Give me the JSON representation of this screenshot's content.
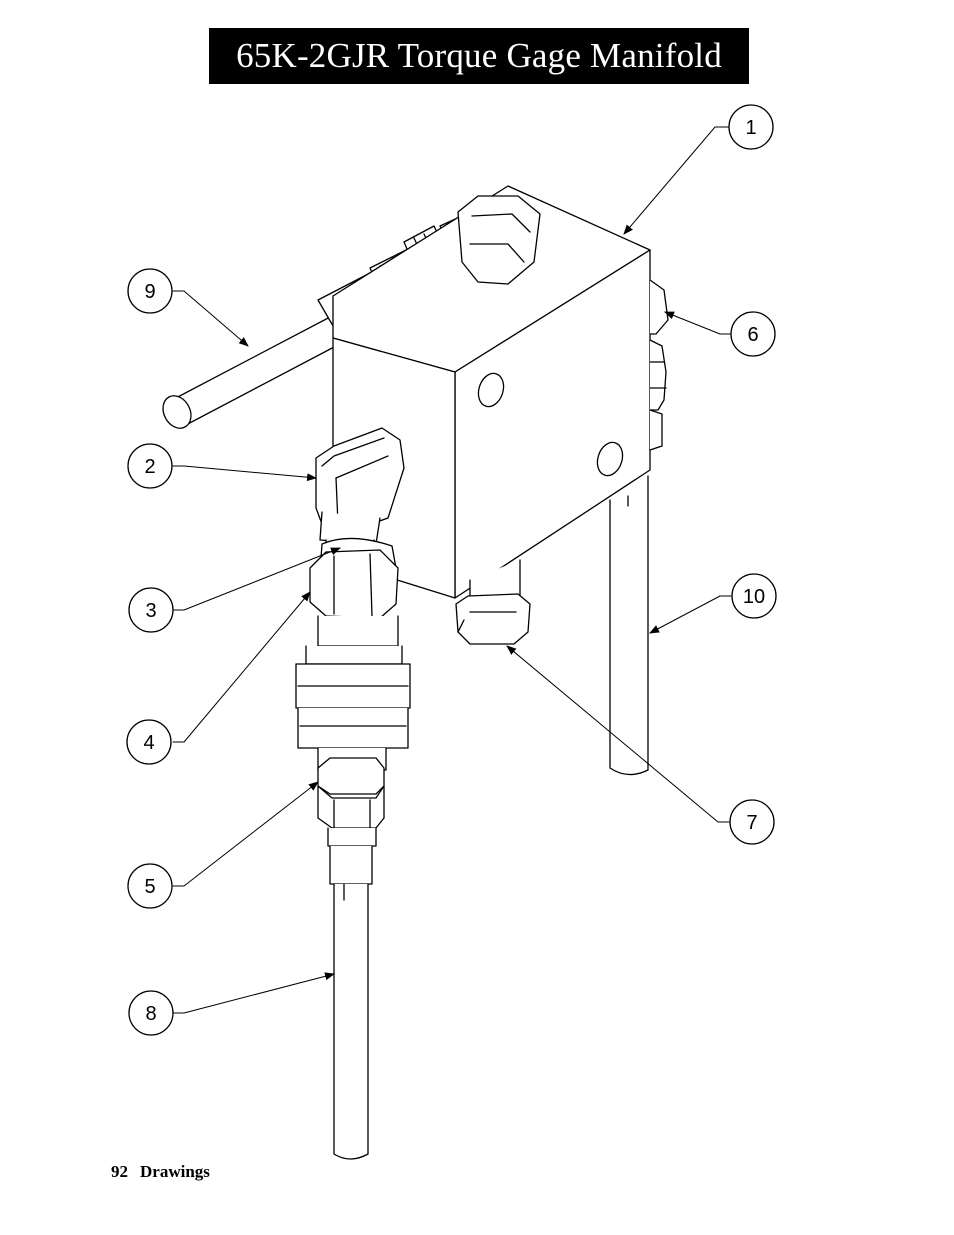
{
  "title": "65K-2GJR Torque Gage Manifold",
  "footer": {
    "page_number": "92",
    "section": "Drawings"
  },
  "balloons": [
    "1",
    "2",
    "3",
    "4",
    "5",
    "6",
    "7",
    "8",
    "9",
    "10"
  ]
}
